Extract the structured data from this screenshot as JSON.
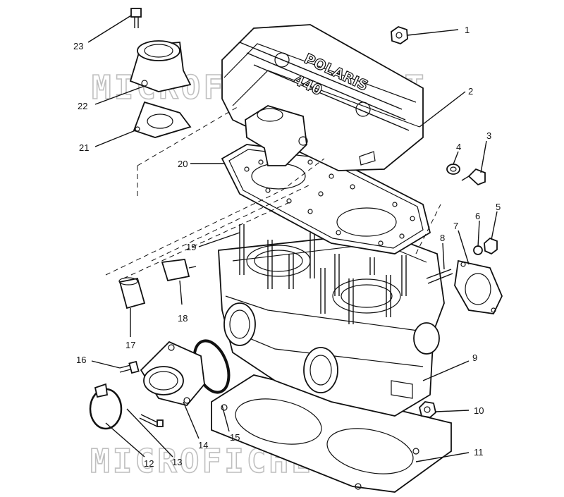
{
  "diagram": {
    "watermark_top": "MICROFICHES.NET",
    "watermark_bottom": "MICROFICHES.NET",
    "cover_brand": "POLARIS",
    "cover_model": "440",
    "callouts": [
      "1",
      "2",
      "3",
      "4",
      "5",
      "6",
      "7",
      "8",
      "9",
      "10",
      "11",
      "12",
      "13",
      "14",
      "15",
      "16",
      "17",
      "18",
      "19",
      "20",
      "21",
      "22",
      "23"
    ]
  }
}
